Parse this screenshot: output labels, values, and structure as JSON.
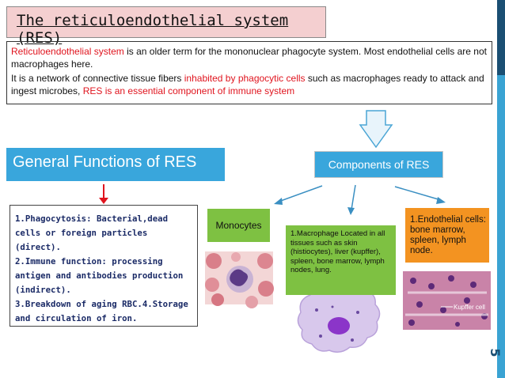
{
  "title": "The reticuloendothelial system (RES)",
  "definition": {
    "p1_red": "Reticuloendothelial system",
    "p1_rest": " is an older term for the mononuclear phagocyte system. Most endothelial cells are not macrophages here.",
    "p2_a": "It is a network of connective tissue fibers ",
    "p2_red1": "inhabited by phagocytic cells",
    "p2_b": " such as macrophages ready to attack and ingest microbes, ",
    "p2_red2": "RES is an essential component of immune system"
  },
  "general_functions_title": "General Functions of RES",
  "components_title": "Components of RES",
  "functions": [
    "1.Phagocytosis: Bacterial,dead cells or foreign particles (direct).",
    "2.Immune function: processing antigen and antibodies production (indirect).",
    "3.Breakdown of aging RBC.4.Storage and circulation of iron."
  ],
  "components": {
    "monocytes": "Monocytes",
    "macrophage": "1.Macrophage Located in all tissues such as skin (histiocytes), liver (kupffer), spleen, bone marrow, lymph nodes, lung.",
    "endothelial": "1.Endothelial cells: bone marrow, spleen, lymph node."
  },
  "image_caption": "Kupffer cell",
  "slide_number": "5",
  "colors": {
    "title_bg": "#f4cfd0",
    "heading_blue": "#39a6dc",
    "green_box": "#7ec142",
    "orange_box": "#f39321",
    "red_text": "#e0141e",
    "band_dark": "#1b4f73",
    "band_light": "#3aa3d3"
  }
}
